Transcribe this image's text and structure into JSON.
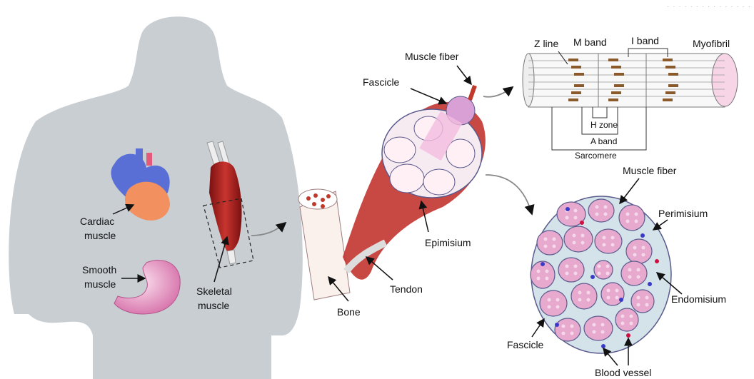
{
  "body_labels": {
    "cardiac": [
      "Cardiac",
      "muscle"
    ],
    "smooth": [
      "Smooth",
      "muscle"
    ],
    "skeletal": [
      "Skeletal",
      "muscle"
    ]
  },
  "muscle_labels": {
    "muscle_fiber": "Muscle fiber",
    "fascicle": "Fascicle",
    "epimisium": "Epimisium",
    "tendon": "Tendon",
    "bone": "Bone"
  },
  "myofibril_labels": {
    "z_line": "Z line",
    "m_band": "M band",
    "i_band": "I band",
    "myofibril": "Myofibril",
    "h_zone": "H zone",
    "a_band": "A band",
    "sarcomere": "Sarcomere"
  },
  "cross_section_labels": {
    "muscle_fiber": "Muscle fiber",
    "perimisium": "Perimisium",
    "endomisium": "Endomisium",
    "fascicle": "Fascicle",
    "blood_vessel": "Blood vessel"
  },
  "colors": {
    "silhouette": "#c9ced3",
    "heart_blue": "#5a6fd6",
    "heart_orange": "#f29060",
    "muscle_red": "#b5302e",
    "fiber_pink": "#e8a9cf",
    "fiber_dot": "#f5d9ea",
    "outline": "#5a5a8c",
    "band_brown": "#8a5a2a"
  }
}
